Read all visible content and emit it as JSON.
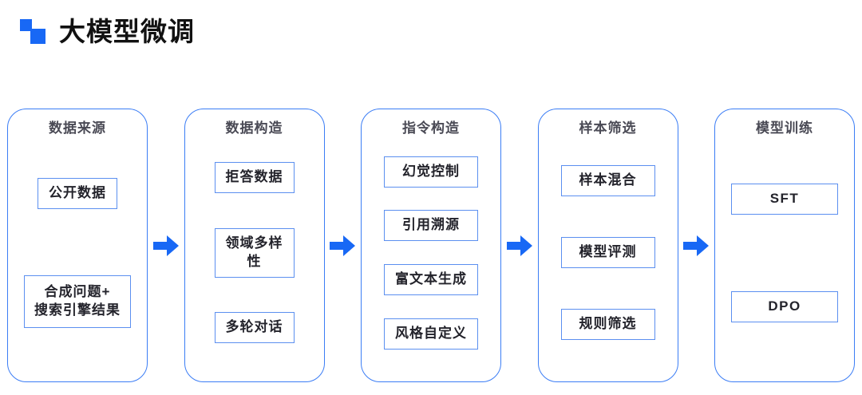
{
  "header": {
    "title": "大模型微调",
    "logo_icon": "two-squares-icon",
    "accent_color": "#1868F5"
  },
  "theme": {
    "card_border_color": "#3B7DF5",
    "item_border_color": "#5B8FF0",
    "arrow_color": "#1868F5",
    "title_text_color": "#4A4A55",
    "item_text_color": "#23232B",
    "background": "#FFFFFF"
  },
  "flow": {
    "arrow_icon": "arrow-right-icon",
    "stages": [
      {
        "title": "数据来源",
        "items": [
          {
            "label": "公开数据",
            "style": "normal"
          },
          {
            "label": "合成问题+\n搜索引擎结果",
            "style": "wide"
          }
        ]
      },
      {
        "title": "数据构造",
        "items": [
          {
            "label": "拒答数据",
            "style": "normal"
          },
          {
            "label": "领域多样性",
            "style": "normal"
          },
          {
            "label": "多轮对话",
            "style": "normal"
          }
        ]
      },
      {
        "title": "指令构造",
        "items": [
          {
            "label": "幻觉控制",
            "style": "normal"
          },
          {
            "label": "引用溯源",
            "style": "normal"
          },
          {
            "label": "富文本生成",
            "style": "normal"
          },
          {
            "label": "风格自定义",
            "style": "normal"
          }
        ]
      },
      {
        "title": "样本筛选",
        "items": [
          {
            "label": "样本混合",
            "style": "normal"
          },
          {
            "label": "模型评测",
            "style": "normal"
          },
          {
            "label": "规则筛选",
            "style": "normal"
          }
        ]
      },
      {
        "title": "模型训练",
        "items": [
          {
            "label": "SFT",
            "style": "latin"
          },
          {
            "label": "DPO",
            "style": "latin"
          }
        ]
      }
    ]
  }
}
